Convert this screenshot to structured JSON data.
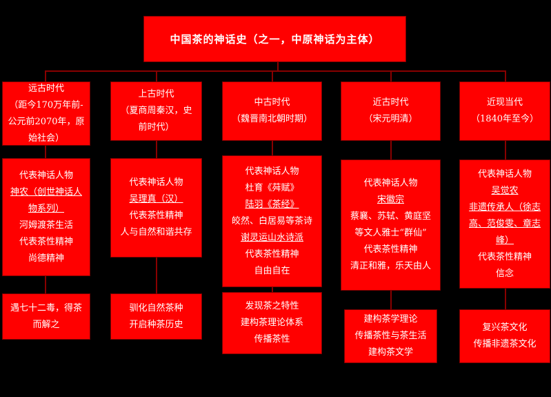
{
  "title": "中国茶的神话史（之一，中原神话为主体）",
  "columns": [
    {
      "era": [
        "远古时代",
        "（距今170万年前-",
        "公元前2070年，原",
        "始社会）"
      ],
      "main": [
        {
          "text": "代表神话人物",
          "u": false
        },
        {
          "text": "神农（创世神话人",
          "u": true
        },
        {
          "text": "物系列）",
          "u": true
        },
        {
          "text": "河姆渡茶生活",
          "u": false
        },
        {
          "text": "代表茶性精神",
          "u": false
        },
        {
          "text": "尚德精神",
          "u": false
        }
      ],
      "bottom": [
        "遇七十二毒，得茶",
        "而解之"
      ]
    },
    {
      "era": [
        "上古时代",
        "（夏商周秦汉，史",
        "前时代）"
      ],
      "main": [
        {
          "text": "代表神话人物",
          "u": false
        },
        {
          "text": "吴理真（汉）",
          "u": true
        },
        {
          "text": "代表茶性精神",
          "u": false
        },
        {
          "text": "人与自然和谐共存",
          "u": false
        }
      ],
      "bottom": [
        "驯化自然茶种",
        "开启种茶历史"
      ]
    },
    {
      "era": [
        "中古时代",
        "（魏晋南北朝时期）"
      ],
      "main": [
        {
          "text": "代表神话人物",
          "u": false
        },
        {
          "text": "杜育《荈赋》",
          "u": false
        },
        {
          "text": "陆羽《茶经》",
          "u": true
        },
        {
          "text": "皎然、白居易等茶诗",
          "u": false
        },
        {
          "text": "谢灵运山水诗派",
          "u": true
        },
        {
          "text": "代表茶性精神",
          "u": false
        },
        {
          "text": "自由自在",
          "u": false
        }
      ],
      "bottom": [
        "发现茶之特性",
        "建构茶理论体系",
        "传播茶性"
      ]
    },
    {
      "era": [
        "近古时代",
        "（宋元明清）"
      ],
      "main": [
        {
          "text": "代表神话人物",
          "u": false
        },
        {
          "text": "宋徽宗",
          "u": true
        },
        {
          "text": "蔡襄、苏轼、黄庭坚",
          "u": false
        },
        {
          "text": "等文人雅士“群仙”",
          "u": false
        },
        {
          "text": "代表茶性精神",
          "u": false
        },
        {
          "text": "清正和雅，乐天由人",
          "u": false
        }
      ],
      "bottom": [
        "建构茶学理论",
        "传播茶性与茶生活",
        "建构茶文学"
      ]
    },
    {
      "era": [
        "近现当代",
        "（1840年至今）"
      ],
      "main": [
        {
          "text": "代表神话人物",
          "u": false
        },
        {
          "text": "吴觉农",
          "u": true
        },
        {
          "text": "非遗传承人（徐志",
          "u": true
        },
        {
          "text": "高、范俊雯、章志",
          "u": true
        },
        {
          "text": "峰）",
          "u": true
        },
        {
          "text": "代表茶性精神",
          "u": false
        },
        {
          "text": "信念",
          "u": false
        }
      ],
      "bottom": [
        "复兴茶文化",
        "传播非遗茶文化"
      ]
    }
  ]
}
